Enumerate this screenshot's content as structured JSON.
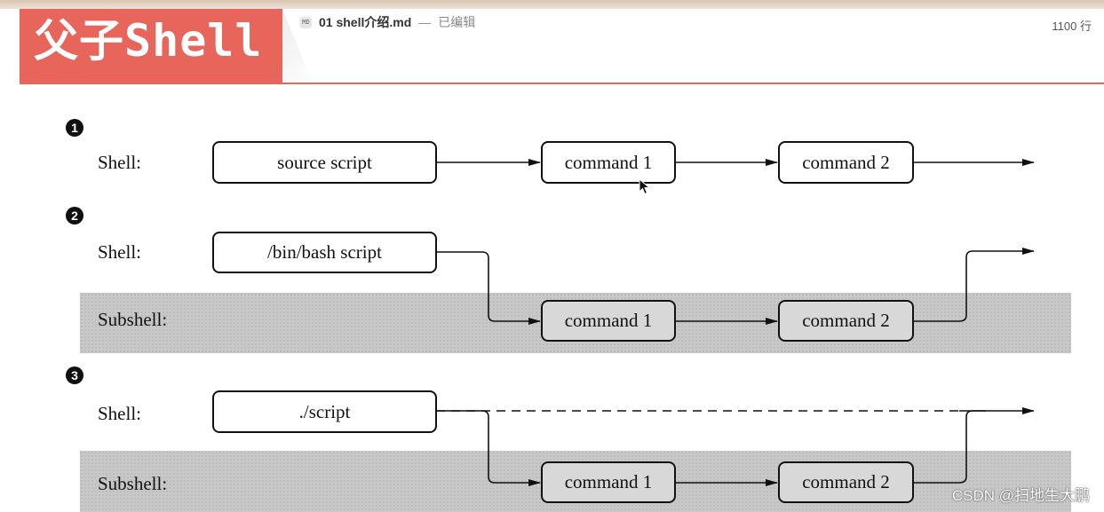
{
  "banner": {
    "title": "父子Shell"
  },
  "editor": {
    "file_icon": "MD",
    "file_name": "01 shell介绍.md",
    "separator": "—",
    "status": "已编辑",
    "line_count": "1100 行"
  },
  "diagram": {
    "sections": [
      {
        "badge": "1",
        "shell_label": "Shell:",
        "start": "source script",
        "commands": [
          "command 1",
          "command 2"
        ]
      },
      {
        "badge": "2",
        "shell_label": "Shell:",
        "subshell_label": "Subshell:",
        "start": "/bin/bash script",
        "commands": [
          "command 1",
          "command 2"
        ]
      },
      {
        "badge": "3",
        "shell_label": "Shell:",
        "subshell_label": "Subshell:",
        "start": "./script",
        "commands": [
          "command 1",
          "command 2"
        ]
      }
    ]
  },
  "watermark": "CSDN @扫地生大鹏",
  "icons": {
    "cursor": "mouse-pointer-icon",
    "file": "markdown-file-icon"
  }
}
